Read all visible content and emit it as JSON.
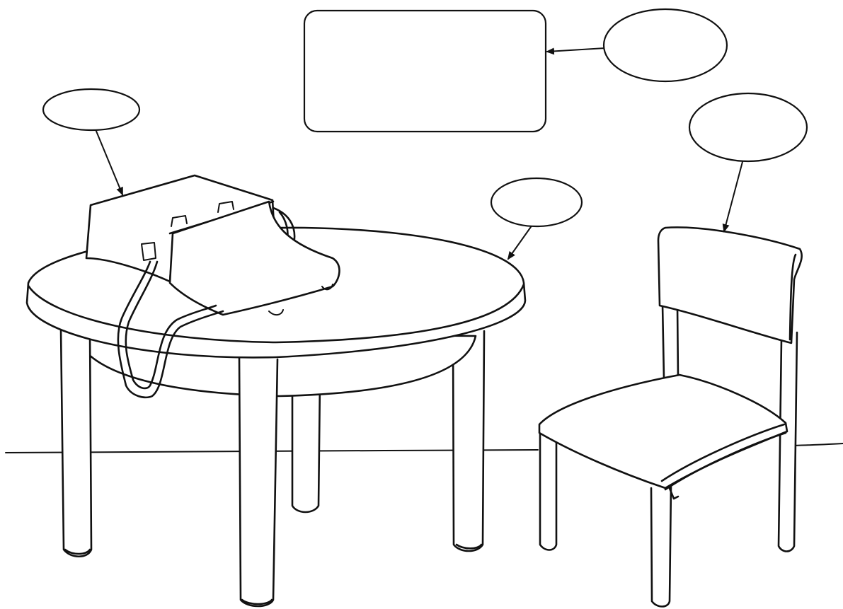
{
  "worksheet": {
    "type": "label-the-picture",
    "objects": [
      "bag",
      "table",
      "chair"
    ],
    "blank_fields": [
      {
        "id": "bag-bubble",
        "shape": "ellipse",
        "text": ""
      },
      {
        "id": "title-box",
        "shape": "rounded-rectangle",
        "text": ""
      },
      {
        "id": "title-bubble",
        "shape": "ellipse",
        "text": ""
      },
      {
        "id": "table-bubble",
        "shape": "ellipse",
        "text": ""
      },
      {
        "id": "chair-bubble",
        "shape": "ellipse",
        "text": ""
      }
    ],
    "colors": {
      "ink": "#111111",
      "paper": "#ffffff"
    }
  }
}
